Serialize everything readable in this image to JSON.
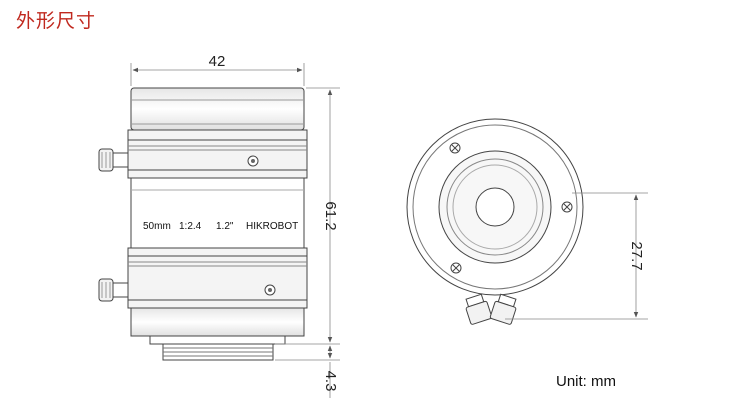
{
  "title": "外形尺寸",
  "front_view": {
    "width_dimension": "42",
    "height_dimension": "61.2",
    "mount_dimension": "4.3",
    "markings": {
      "focal_length": "50mm",
      "aperture": "1:2.4",
      "sensor_format": "1.2\"",
      "brand": "HIKROBOT"
    }
  },
  "rear_view": {
    "offset_dimension": "27.7"
  },
  "unit_note": "Unit: mm"
}
